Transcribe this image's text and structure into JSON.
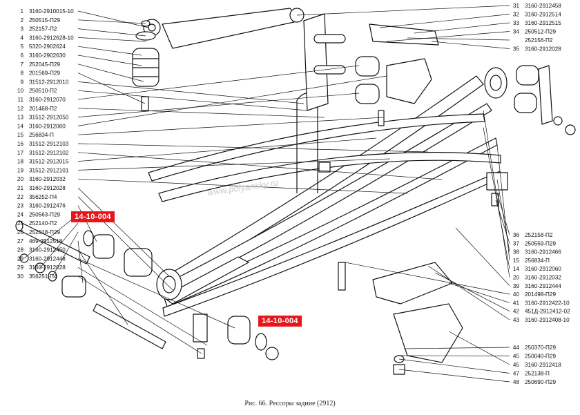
{
  "left_labels": [
    {
      "n": "1",
      "code": "3160-2910015-10"
    },
    {
      "n": "2",
      "code": "250515-П29"
    },
    {
      "n": "3",
      "code": "252157-П2"
    },
    {
      "n": "4",
      "code": "3160-2912628-10"
    },
    {
      "n": "5",
      "code": "5320-2902624"
    },
    {
      "n": "6",
      "code": "3160-2902630"
    },
    {
      "n": "7",
      "code": "252045-П29"
    },
    {
      "n": "8",
      "code": "201569-П29"
    },
    {
      "n": "9",
      "code": "31512-2912010"
    },
    {
      "n": "10",
      "code": "250510-П2"
    },
    {
      "n": "11",
      "code": "3160-2912070"
    },
    {
      "n": "12",
      "code": "201468-П2"
    },
    {
      "n": "13",
      "code": "31512-2912050"
    },
    {
      "n": "14",
      "code": "3160-2912060"
    },
    {
      "n": "15",
      "code": "256834-П"
    },
    {
      "n": "16",
      "code": "31512-2912103"
    },
    {
      "n": "17",
      "code": "31512-2912102"
    },
    {
      "n": "18",
      "code": "31512-2912015"
    },
    {
      "n": "19",
      "code": "31512-2912101"
    },
    {
      "n": "20",
      "code": "3160-2912032"
    },
    {
      "n": "21",
      "code": "3160-2912028"
    },
    {
      "n": "22",
      "code": "356252-П4"
    },
    {
      "n": "23",
      "code": "3160-2912476"
    },
    {
      "n": "24",
      "code": "250563-П29"
    },
    {
      "n": "25",
      "code": "252140-П2"
    },
    {
      "n": "26",
      "code": "252018-П29"
    },
    {
      "n": "27",
      "code": "469-2912518"
    },
    {
      "n": "28",
      "code": "3160-2912450"
    },
    {
      "n": "29",
      "code": "3160-2912448"
    },
    {
      "n": "29",
      "code": "3160-2912028"
    },
    {
      "n": "30",
      "code": "356251-П4"
    }
  ],
  "right_labels_top": [
    {
      "n": "31",
      "code": "3160-2912458"
    },
    {
      "n": "32",
      "code": "3160-2912514"
    },
    {
      "n": "33",
      "code": "3160-2912515"
    },
    {
      "n": "34",
      "code": "250512-П29"
    },
    {
      "n": "",
      "code": "252156-П2"
    },
    {
      "n": "35",
      "code": "3160-2912028"
    }
  ],
  "right_labels_mid": [
    {
      "n": "36",
      "code": "252158-П2"
    },
    {
      "n": "37",
      "code": "250559-П29"
    },
    {
      "n": "38",
      "code": "3160-2912466"
    },
    {
      "n": "15",
      "code": "256834-П"
    },
    {
      "n": "14",
      "code": "3160-2912060"
    },
    {
      "n": "20",
      "code": "3160-2912032"
    },
    {
      "n": "39",
      "code": "3160-2912444"
    },
    {
      "n": "40",
      "code": "201498-П29"
    },
    {
      "n": "41",
      "code": "3160-2912422-10"
    },
    {
      "n": "42",
      "code": "451Д-2912412-02"
    },
    {
      "n": "43",
      "code": "3160-2912408-10"
    }
  ],
  "right_labels_bot": [
    {
      "n": "44",
      "code": "250370-П29"
    },
    {
      "n": "45",
      "code": "250040-П29"
    },
    {
      "n": "45",
      "code": "3160-2912418"
    },
    {
      "n": "47",
      "code": "252138-П"
    },
    {
      "n": "48",
      "code": "250690-П29"
    }
  ],
  "badges": {
    "left": "14-10-004",
    "right": "14-10-004"
  },
  "watermark": "www.polyansky.ru",
  "caption": "Рис. 66. Рессоры задние (2912)",
  "colors": {
    "badge": "#e8151b",
    "line": "#111111"
  }
}
